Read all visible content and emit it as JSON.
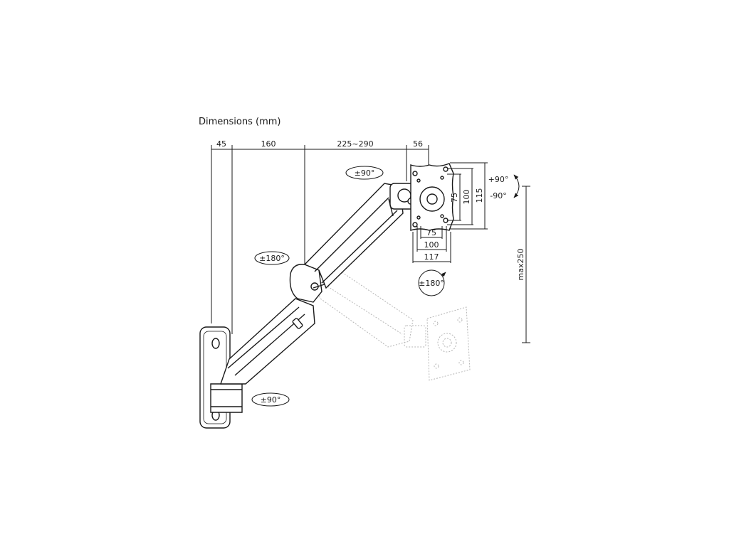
{
  "title": "Dimensions (mm)",
  "dimensions": {
    "wall_depth": "45",
    "arm_1": "160",
    "arm_2": "225~290",
    "head": "56",
    "vesa_75_h": "75",
    "vesa_100_h": "100",
    "plate_h": "115",
    "vesa_75_w": "75",
    "vesa_100_w": "100",
    "plate_w": "117",
    "max_height": "max250"
  },
  "rotations": {
    "head_rotation": "±90°",
    "elbow_rotation": "±180°",
    "base_rotation": "±90°",
    "plate_rotation": "±180°",
    "tilt_up": "+90°",
    "tilt_down": "-90°"
  },
  "colors": {
    "line": "#1a1a1a",
    "ghost": "#b5b5b5"
  }
}
